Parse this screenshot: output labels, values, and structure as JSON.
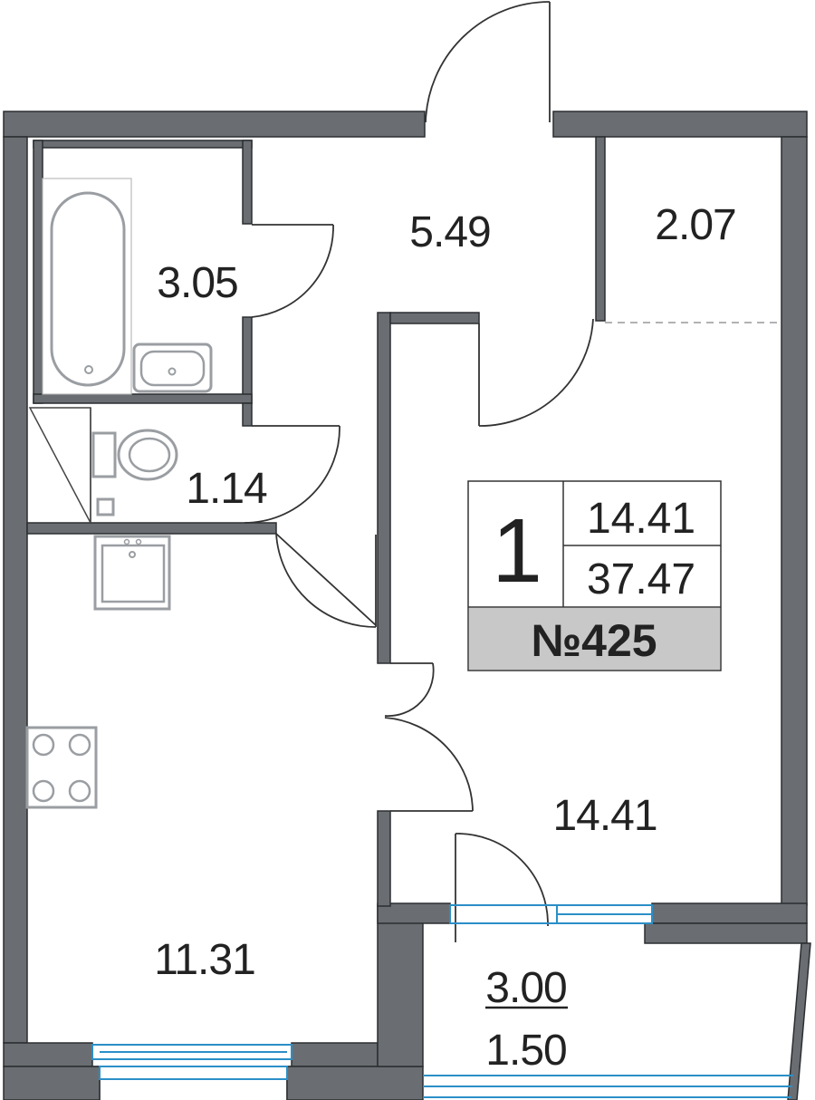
{
  "rooms": {
    "bathroom": "3.05",
    "hall": "5.49",
    "storage": "2.07",
    "toilet": "1.14",
    "kitchen": "11.31",
    "living": "14.41",
    "balcony_total": "3.00",
    "balcony_reduced": "1.50"
  },
  "info_box": {
    "rooms_count": "1",
    "living_area": "14.41",
    "total_area": "37.47",
    "apartment_number": "№425"
  },
  "colors": {
    "wall": "#6a6e72",
    "window": "#2b8fc7",
    "number_band": "#c8c8c8",
    "fixture": "#9a9ea2"
  }
}
